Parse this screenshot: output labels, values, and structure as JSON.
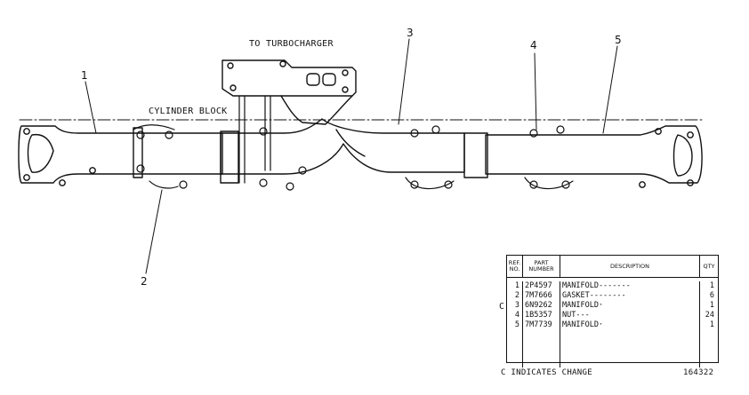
{
  "labels": {
    "turbocharger": "TO TURBOCHARGER",
    "cylinder_block": "CYLINDER BLOCK",
    "callout_1": "1",
    "callout_2": "2",
    "callout_3": "3",
    "callout_4": "4",
    "callout_5": "5"
  },
  "parts_table": {
    "headers": {
      "ref": "REF. NO.",
      "part": "PART NUMBER",
      "desc": "DESCRIPTION",
      "qty": "QTY"
    },
    "rows": [
      {
        "ref": "1",
        "part": "2P4597",
        "desc": "MANIFOLD-------",
        "qty": "1"
      },
      {
        "ref": "2",
        "part": "7M7666",
        "desc": "GASKET--------",
        "qty": "6"
      },
      {
        "ref": "3",
        "part": "6N9262",
        "desc": "MANIFOLD·",
        "qty": "1"
      },
      {
        "ref": "4",
        "part": "1B5357",
        "desc": "NUT---",
        "qty": "24"
      },
      {
        "ref": "5",
        "part": "7M7739",
        "desc": "MANIFOLD·",
        "qty": "1"
      }
    ],
    "change_marker": "C"
  },
  "footer": {
    "note": "C INDICATES CHANGE",
    "figure_number": "164322"
  }
}
